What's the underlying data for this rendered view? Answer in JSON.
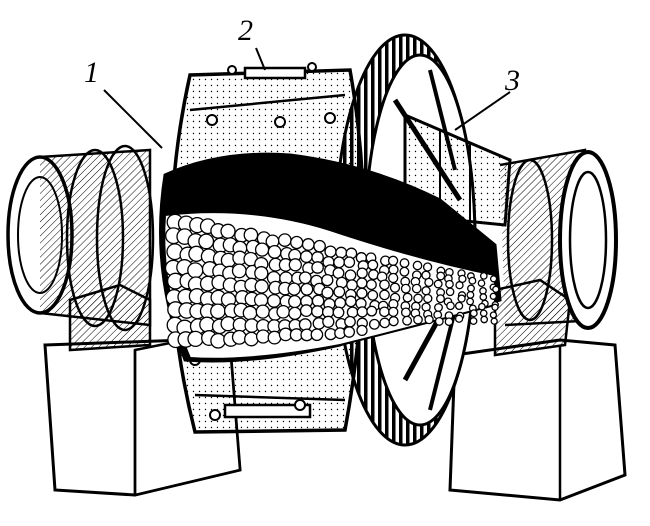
{
  "figure": {
    "labels": [
      {
        "id": "1"
      },
      {
        "id": "2"
      },
      {
        "id": "3"
      }
    ]
  },
  "colors": {
    "ink": "#000000",
    "paper": "#ffffff"
  }
}
